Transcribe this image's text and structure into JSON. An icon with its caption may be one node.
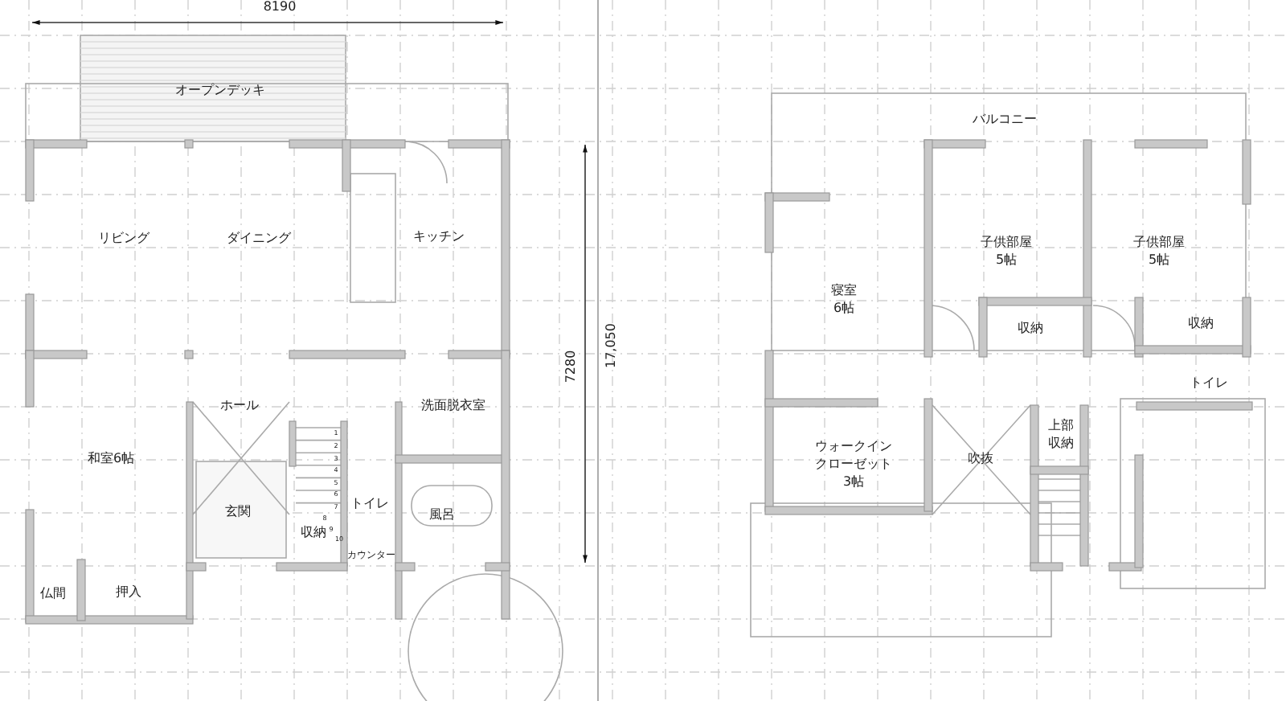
{
  "diagram": {
    "labels": [
      "8190",
      "オープンデッキ",
      "リビング",
      "ダイニング",
      "キッチン",
      "7280",
      "17,050",
      "ホール",
      "洗面脱衣室",
      "和室6帖",
      "玄関",
      "トイレ",
      "風呂",
      "収納",
      "カウンター",
      "仏間",
      "押入",
      "1",
      "2",
      "3",
      "4",
      "5",
      "6",
      "7",
      "8",
      "9",
      "10",
      "バルコニー",
      "子供部屋5帖",
      "子供部屋5帖",
      "寝室6帖",
      "収納",
      "収納",
      "トイレ",
      "上部収納",
      "ウォークインクローゼット3帖",
      "吹抜"
    ]
  }
}
